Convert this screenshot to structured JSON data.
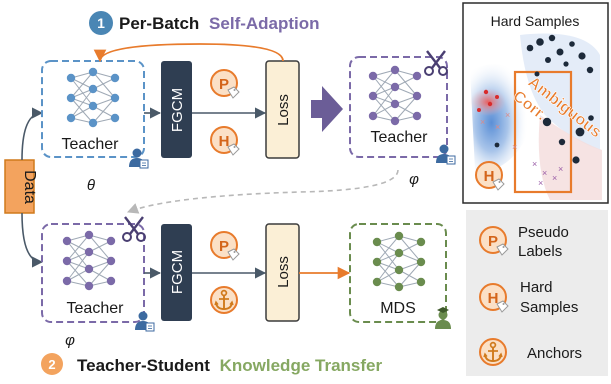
{
  "step1": {
    "number": "1",
    "title_a": "Per-Batch",
    "title_b": "Self-Adaption"
  },
  "step2": {
    "number": "2",
    "title_a": "Teacher-Student",
    "title_b": "Knowledge Transfer"
  },
  "data_label": "Data",
  "top": {
    "teacher1": "Teacher",
    "theta": "θ",
    "fgcm": "FGCM",
    "loss": "Loss",
    "teacher2": "Teacher",
    "phi": "φ"
  },
  "bottom": {
    "teacher": "Teacher",
    "phi": "φ",
    "fgcm": "FGCM",
    "loss": "Loss",
    "mds": "MDS"
  },
  "badges": {
    "p": "P",
    "h": "H"
  },
  "hard_panel": {
    "title": "Hard Samples",
    "ambiguous": "Ambiguous",
    "corr": "Corr."
  },
  "legend": [
    {
      "icon": "pseudo-labels-icon",
      "line1": "Pseudo",
      "line2": "Labels"
    },
    {
      "icon": "hard-samples-icon",
      "line1": "Hard",
      "line2": "Samples"
    },
    {
      "icon": "anchor-icon",
      "line1": "Anchors",
      "line2": ""
    }
  ],
  "colors": {
    "teal_blue": "#4a86b4",
    "purple": "#7b6aa8",
    "green": "#6a8c4e",
    "orange": "#e87b2c",
    "navy": "#2f3e52",
    "loss_fill": "#fbefd6"
  }
}
